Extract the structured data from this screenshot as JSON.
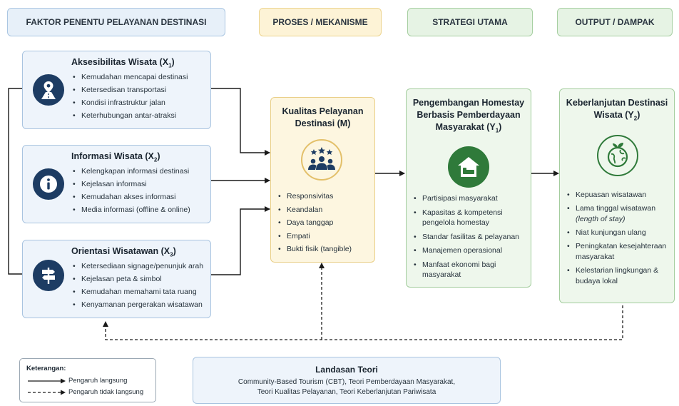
{
  "headers": {
    "faktor": "FAKTOR PENENTU PELAYANAN DESTINASI",
    "proses": "PROSES / MEKANISME",
    "strategi": "STRATEGI UTAMA",
    "output": "OUTPUT / DAMPAK"
  },
  "factors": [
    {
      "title": "Aksesibilitas Wisata (X",
      "sub": "1",
      "icon": "road-location-icon",
      "items": [
        "Kemudahan mencapai destinasi",
        "Ketersedisan transportasi",
        "Kondisi infrastruktur jalan",
        "Keterhubungan antar-atraksi"
      ]
    },
    {
      "title": "Informasi Wisata (X",
      "sub": "2",
      "icon": "info-icon",
      "items": [
        "Kelengkapan informasi destinasi",
        "Kejelasan informasi",
        "Kemudahan akses informasi",
        "Media informasi (offline & online)"
      ]
    },
    {
      "title": "Orientasi Wisatawan (X",
      "sub": "3",
      "icon": "signpost-icon",
      "items": [
        "Ketersediaan signage/penunjuk arah",
        "Kejelasan peta & simbol",
        "Kemudahan memahami tata ruang",
        "Kenyamanan pergerakan wisatawan"
      ]
    }
  ],
  "mediator": {
    "title_line1": "Kualitas Pelayanan",
    "title_line2": "Destinasi (M)",
    "icon": "rated-team-icon",
    "items": [
      "Responsivitas",
      "Keandalan",
      "Daya tanggap",
      "Empati",
      "Bukti fisik (tangible)"
    ]
  },
  "strategy": {
    "title_line1": "Pengembangan Homestay",
    "title_line2": "Berbasis Pemberdayaan",
    "title_line3": "Masyarakat (Y",
    "sub": "1",
    "icon": "homestay-icon",
    "items": [
      "Partisipasi masyarakat",
      "Kapasitas & kompetensi pengelola homestay",
      "Standar fasilitas & pelayanan",
      "Manajemen operasional",
      "Manfaat ekonomi bagi masyarakat"
    ]
  },
  "output": {
    "title_line1": "Keberlanjutan Destinasi",
    "title_line2": "Wisata (Y",
    "sub": "2",
    "icon": "eco-globe-icon",
    "items": [
      "Kepuasan wisatawan",
      "Lama tinggal wisatawan",
      "Niat kunjungan ulang",
      "Peningkatan kesejahteraan masyarakat",
      "Kelestarian lingkungan & budaya lokal"
    ],
    "item2_extra": "(length of stay)"
  },
  "legend": {
    "title": "Keterangan:",
    "direct": "Pengaruh langsung",
    "indirect": "Pengaruh tidak langsung"
  },
  "theory": {
    "title": "Landasan Teori",
    "line1": "Community-Based Tourism (CBT), Teori Pemberdayaan Masyarakat,",
    "line2": "Teori Kualitas Pelayanan, Teori Keberlanjutan Pariwisata"
  },
  "colors": {
    "navy": "#1d3c63",
    "green_icon": "#2f7a3a",
    "arrow": "#1a1a1a"
  }
}
